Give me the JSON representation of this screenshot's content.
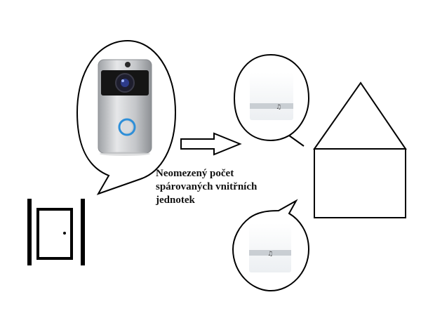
{
  "caption": {
    "line1": "Neomezený počet",
    "line2": "spárovaných vnitřních",
    "line3": "jednotek"
  },
  "indoor_units": [
    {
      "icon": "music-note-icon"
    },
    {
      "icon": "music-note-icon"
    }
  ],
  "colors": {
    "ring_light": "#2f8fd8",
    "doorbell_silver": "#c8cacd",
    "doorbell_black": "#151515",
    "stroke": "#000000"
  }
}
